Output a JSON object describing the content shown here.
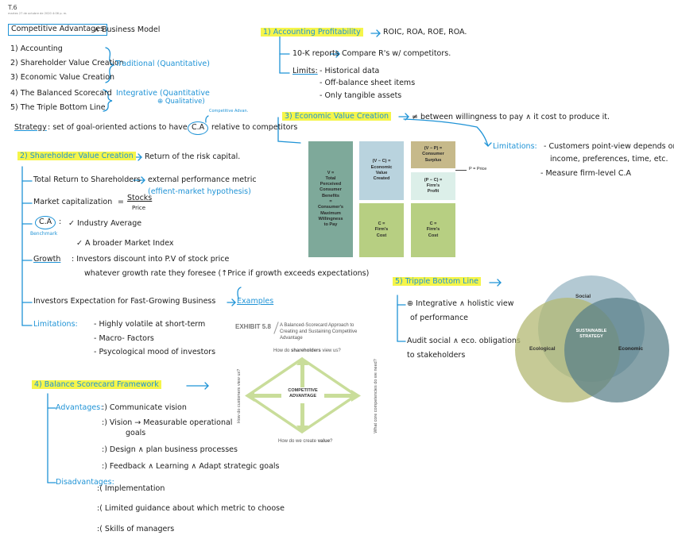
{
  "header": {
    "title": "T.6",
    "meta": "martes 27 de octubre de 2020    4:06 p. m."
  },
  "left": {
    "title": "Competitive Advantages",
    "title_suffix": "∧ Business Model",
    "list": [
      "1) Accounting",
      "2) Shareholder Value Creation",
      "3) Economic Value Creation",
      "4) The Balanced Scorecard",
      "5) The Triple Bottom Line"
    ],
    "traditional": "Traditional (Quantitative)",
    "integrative": "Integrative (Quantitative",
    "integrative_2": "⊕ Qualitative)",
    "comp_adv_note": "Competitive Advan.",
    "strategy_label": "Strategy",
    "strategy_def_1": ": set of goal-oriented actions to have",
    "strategy_ca": "C.A",
    "strategy_def_2": "relative to competitors",
    "svc": {
      "title": "2) Shareholder Value Creation",
      "def": "Return of the risk capital.",
      "tsr": "Total Return to Shareholders",
      "tsr_def": "external performance metric",
      "tsr_note": "(effient-market hypothesis)",
      "mc": "Market capitalization",
      "mc_eq": "=",
      "mc_num": "Stocks",
      "mc_den": "Price",
      "ca": "C.A",
      "ca_colon": ":",
      "ca_note": "Benchmark",
      "ca_1": "✓ Industry Average",
      "ca_2": "✓ A broader Market Index",
      "growth": "Growth",
      "growth_1": ": Investors discount into P.V of stock price",
      "growth_2": "whatever growth rate they foresee (↑Price if growth exceeds expectations)",
      "investor": "Investors Expectation for Fast-Growing Business",
      "examples": "Examples",
      "limits": "Limitations:",
      "limits_list": [
        "- Highly volatile at short-term",
        "- Macro- Factors",
        "- Psycological mood of investors"
      ]
    },
    "bsc": {
      "title": "4) Balance Scorecard Framework",
      "adv": "Advantages:",
      "adv_list": [
        ":) Communicate vision",
        ":) Vision → Measurable operational",
        "goals",
        ":) Design ∧ plan business processes",
        ":) Feedback ∧ Learning ∧ Adapt strategic goals"
      ],
      "disadv": "Disadvantages:",
      "disadv_list": [
        ":( Implementation",
        ":( Limited guidance about which metric to choose",
        ":( Skills of managers"
      ]
    }
  },
  "right": {
    "acc_title": "1) Accounting Profitability",
    "acc_def": "ROIC, ROA, ROE, ROA.",
    "acc_10k": "10-K reports",
    "acc_cmp": "Compare R's w/ competitors.",
    "acc_limits": "Limits:",
    "acc_limits_list": [
      "- Historical data",
      "- Off-balance sheet items",
      "- Only tangible assets"
    ],
    "evc_title": "3) Economic Value Creation",
    "evc_def": "≠ between willingness to pay ∧ it cost to produce it.",
    "evc_limits": "Limitations:",
    "evc_limits_1": "- Customers point-view depends on",
    "evc_limits_2": "income, preferences, time, etc.",
    "evc_limits_3": "- Measure firm-level C.A",
    "tbl_title": "5) Tripple Bottom Line",
    "tbl_1": "⊕ Integrative ∧ holistic view",
    "tbl_2": "of performance",
    "tbl_3": "Audit social ∧ eco. obligations",
    "tbl_4": "to stakeholders"
  },
  "value_diagram": {
    "v_block": [
      "V =",
      "Total",
      "Perceived",
      "Consumer",
      "Benefits",
      "=",
      "Consumer's",
      "Maximum",
      "Willingness",
      "to Pay"
    ],
    "vc_block": [
      "(V − C) =",
      "Economic",
      "Value",
      "Created"
    ],
    "vp_block": [
      "(V − P) =",
      "Consumer",
      "Surplus"
    ],
    "pc_block": [
      "(P − C) =",
      "Firm's",
      "Profit"
    ],
    "c_block_1": [
      "C =",
      "Firm's",
      "Cost"
    ],
    "c_block_2": [
      "C =",
      "Firm's",
      "Cost"
    ],
    "price_label": "P = Price",
    "colors": {
      "v": "#7ea99a",
      "vc": "#b9d3de",
      "vp": "#c6b98a",
      "pc": "#dcefe9",
      "c": "#b7cf82"
    }
  },
  "exhibit": {
    "label": "EXHIBIT 5.8",
    "title_1": "A Balanced-Scorecard Approach to",
    "title_2": "Creating and Sustaining Competitive",
    "title_3": "Advantage",
    "top_q_pre": "How do ",
    "top_q_b": "shareholders",
    "top_q_post": " view us?",
    "bottom_q_pre": "How do we create ",
    "bottom_q_b": "value",
    "bottom_q_post": "?",
    "left_q": "How do customers view us?",
    "right_q": "What core competencies do we need?",
    "center": [
      "COMPETITIVE",
      "ADVANTAGE"
    ],
    "arrow_color": "#c9dd9a"
  },
  "venn": {
    "social": "Social",
    "ecological": "Ecological",
    "economic": "Economic",
    "center": [
      "SUSTAINABLE",
      "STRATEGY"
    ],
    "colors": {
      "social": "#a6bfcb",
      "ecological": "#b3b873",
      "economic": "#587e88"
    }
  }
}
